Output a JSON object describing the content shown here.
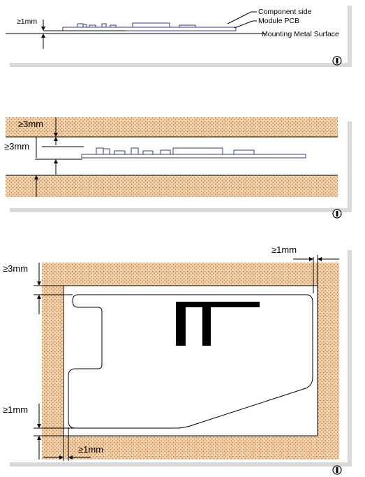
{
  "figure1": {
    "gap_label": "≥1mm",
    "component_side_label": "Component side",
    "module_pcb_label": "Module PCB",
    "mounting_surface_label": "Mounting Metal Surface",
    "marker_icon": "circled-one-icon"
  },
  "figure2": {
    "top_gap_label": "≥3mm",
    "bottom_gap_label": "≥3mm",
    "marker_icon": "circled-one-icon"
  },
  "figure3": {
    "right_gap_label": "≥1mm",
    "top_gap_label": "≥3mm",
    "left_bottom_gap_label": "≥1mm",
    "bottom_gap_label": "≥1mm",
    "marker_icon": "circled-one-icon"
  },
  "colors": {
    "metal_fill": "#f6cfa5",
    "metal_dot": "#8a6a4a",
    "pcb_outline": "#2b3990",
    "shadow": "#d9d9d9"
  }
}
